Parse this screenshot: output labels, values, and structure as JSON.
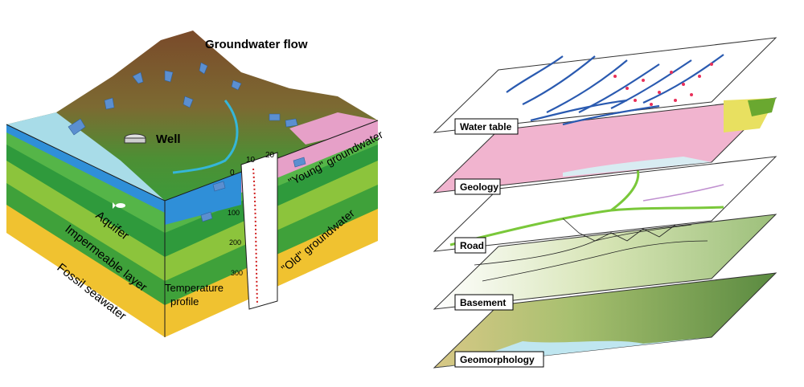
{
  "block_diagram": {
    "title": "Groundwater flow",
    "well_label": "Well",
    "young_label": "\"Young\" groundwater",
    "old_label": "\"Old\" groundwater",
    "aquifer_label": "Aquifer",
    "impermeable_label": "Impermeable layer",
    "fossil_label": "Fossil seawater",
    "temperature_label_line1": "Temperature",
    "temperature_label_line2": "profile",
    "temp_axis_ticks": [
      "0",
      "10",
      "20"
    ],
    "depth_ticks": [
      "0",
      "100",
      "200",
      "300"
    ]
  },
  "layer_stack": {
    "layers": [
      {
        "label": "Water table"
      },
      {
        "label": "Geology"
      },
      {
        "label": "Road"
      },
      {
        "label": "Basement"
      },
      {
        "label": "Geomorphology"
      }
    ]
  },
  "colors": {
    "mountain_top": "#7a4a2a",
    "grass": "#3f9a3a",
    "sea": "#2f8fd8",
    "aquifer_green": "#55b548",
    "impermeable": "#8cc43c",
    "fossil": "#f0c230",
    "young_pink": "#e6a0c8",
    "arrow": "#5b8fd0"
  }
}
